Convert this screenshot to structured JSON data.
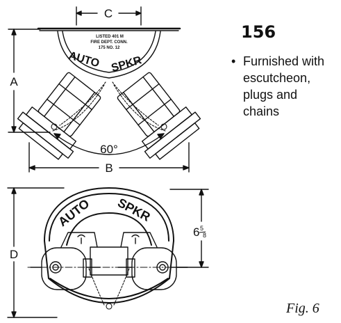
{
  "model_number": "156",
  "bullet": "•",
  "feature_text": "Furnished with escutcheon, plugs and chains",
  "figure_label": "Fig. 6",
  "dimensions": {
    "a": "A",
    "b": "B",
    "c": "C",
    "d": "D",
    "angle": "60°",
    "height_whole": "6",
    "height_num": "5",
    "height_den": "8"
  },
  "top_view": {
    "emblem_left": "AUTO",
    "emblem_right": "SPKR",
    "plate_line1": "LISTED 401 M",
    "plate_line2": "FIRE DEPT. CONN.",
    "plate_line3": "175   NO. 12"
  },
  "front_view": {
    "emblem_left": "AUTO",
    "emblem_right": "SPKR"
  },
  "colors": {
    "ink": "#111111",
    "background": "#ffffff"
  }
}
